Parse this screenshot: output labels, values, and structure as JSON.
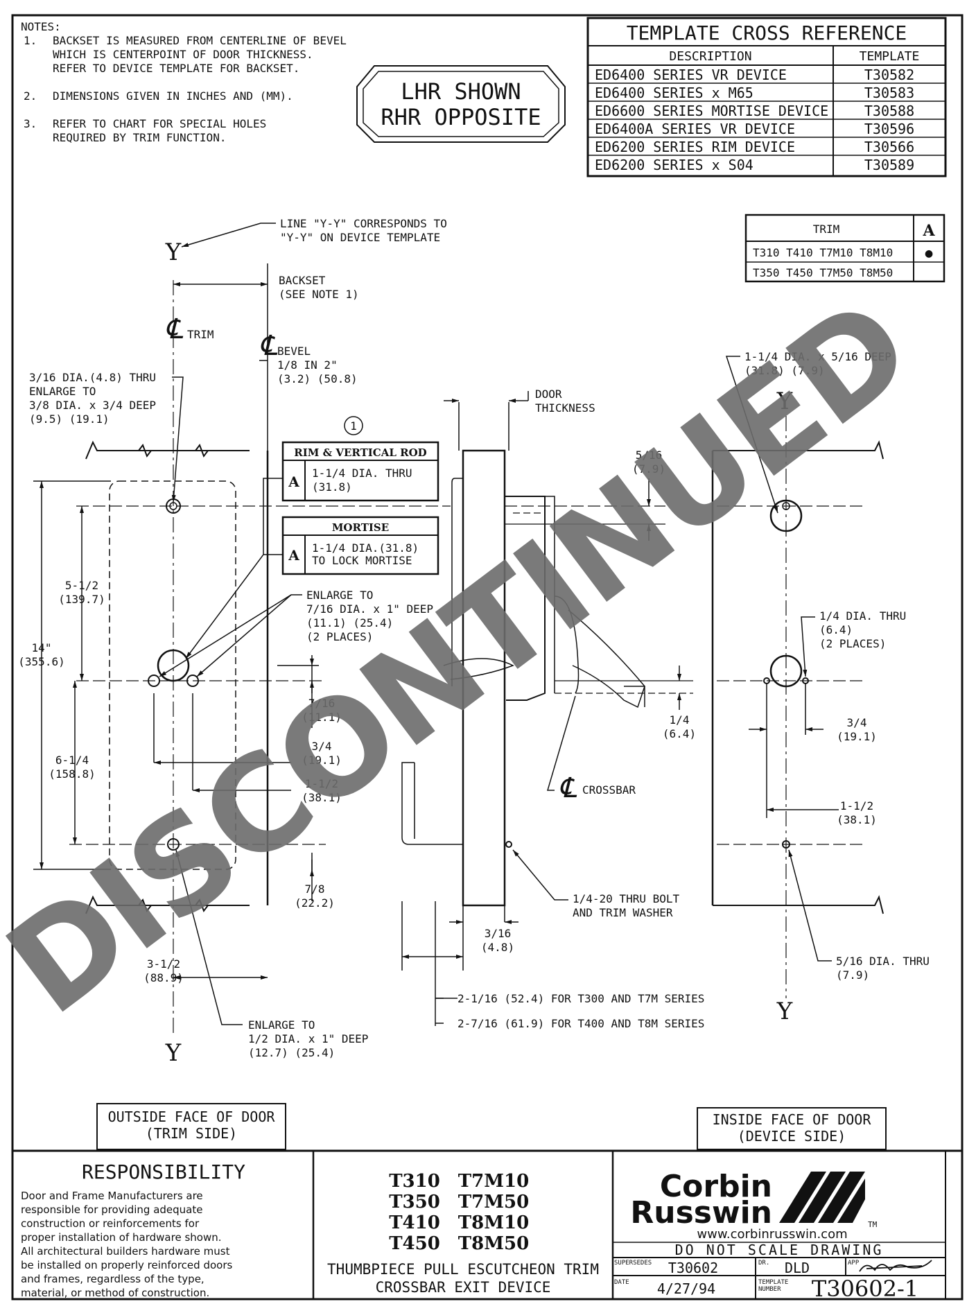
{
  "notes": {
    "title": "NOTES:",
    "items": [
      {
        "num": "1.",
        "lines": [
          "BACKSET IS MEASURED FROM CENTERLINE OF BEVEL",
          "WHICH IS CENTERPOINT OF DOOR THICKNESS.",
          "REFER TO DEVICE TEMPLATE FOR BACKSET."
        ]
      },
      {
        "num": "2.",
        "lines": [
          "DIMENSIONS GIVEN IN INCHES AND (MM)."
        ]
      },
      {
        "num": "3.",
        "lines": [
          "REFER TO CHART FOR SPECIAL HOLES",
          "REQUIRED BY TRIM FUNCTION."
        ]
      }
    ]
  },
  "hand_badge": {
    "line1": "LHR SHOWN",
    "line2": "RHR OPPOSITE"
  },
  "cross_reference": {
    "title": "TEMPLATE CROSS REFERENCE",
    "headers": [
      "DESCRIPTION",
      "TEMPLATE"
    ],
    "rows": [
      [
        "ED6400 SERIES VR DEVICE",
        "T30582"
      ],
      [
        "ED6400 SERIES x M65",
        "T30583"
      ],
      [
        "ED6600 SERIES MORTISE DEVICE",
        "T30588"
      ],
      [
        "ED6400A SERIES VR DEVICE",
        "T30596"
      ],
      [
        "ED6200 SERIES RIM DEVICE",
        "T30566"
      ],
      [
        "ED6200 SERIES x S04",
        "T30589"
      ]
    ]
  },
  "trim_table": {
    "headers": [
      "TRIM",
      "A"
    ],
    "rows": [
      [
        "T310 T410 T7M10 T8M10",
        "●"
      ],
      [
        "T350 T450 T7M50 T8M50",
        ""
      ]
    ]
  },
  "labels": {
    "y_axis": "Y",
    "line_yy_1": "LINE \"Y-Y\" CORRESPONDS TO",
    "line_yy_2": "\"Y-Y\" ON DEVICE TEMPLATE",
    "backset_1": "BACKSET",
    "backset_2": "(SEE NOTE 1)",
    "cl_trim": "TRIM",
    "cl_bevel_1": "BEVEL",
    "cl_bevel_2": "1/8 IN 2\"",
    "cl_bevel_3": "(3.2) (50.8)",
    "cl_crossbar": "CROSSBAR",
    "hole_top_1": "3/16 DIA.(4.8) THRU",
    "hole_top_2": "ENLARGE TO",
    "hole_top_3": "3/8 DIA. x 3/4 DEEP",
    "hole_top_4": "(9.5)      (19.1)",
    "circle_note": "1",
    "rim_title": "RIM & VERTICAL ROD",
    "rim_a": "A",
    "rim_1": "1-1/4 DIA. THRU",
    "rim_2": "(31.8)",
    "mortise_title": "MORTISE",
    "mortise_a": "A",
    "mortise_1": "1-1/4 DIA.(31.8)",
    "mortise_2": "TO LOCK MORTISE",
    "enlarge_1": "ENLARGE TO",
    "enlarge_2": "7/16 DIA. x 1\" DEEP",
    "enlarge_3": "(11.1)         (25.4)",
    "enlarge_4": "(2 PLACES)",
    "dim_5_5_1": "5-1/2",
    "dim_5_5_2": "(139.7)",
    "dim_14_1": "14\"",
    "dim_14_2": "(355.6)",
    "dim_7_16_1": "7/16",
    "dim_7_16_2": "(11.1)",
    "dim_3_4_1": "3/4",
    "dim_3_4_2": "(19.1)",
    "dim_1_5_1": "1-1/2",
    "dim_1_5_2": "(38.1)",
    "dim_6_25_1": "6-1/4",
    "dim_6_25_2": "(158.8)",
    "dim_7_8_1": "7/8",
    "dim_7_8_2": "(22.2)",
    "dim_3_5_1": "3-1/2",
    "dim_3_5_2": "(88.9)",
    "enlarge_bot_1": "ENLARGE TO",
    "enlarge_bot_2": "1/2 DIA. x 1\" DEEP",
    "enlarge_bot_3": "(12.7)       (25.4)",
    "door_thick_1": "DOOR",
    "door_thick_2": "THICKNESS",
    "dim_5_16_1": "5/16",
    "dim_5_16_2": "(7.9)",
    "dim_1_4_1": "1/4",
    "dim_1_4_2": "(6.4)",
    "bolt_1": "1/4-20 THRU BOLT",
    "bolt_2": "AND TRIM WASHER",
    "dim_3_16_1": "3/16",
    "dim_3_16_2": "(4.8)",
    "t300": "2-1/16 (52.4) FOR T300 AND T7M SERIES",
    "t400": "2-7/16 (61.9) FOR T400 AND T8M SERIES",
    "r_hole_top_1": "1-1/4 DIA. x 5/16 DEEP",
    "r_hole_top_2": "(31.8)       (7.9)",
    "r_quarter_1": "1/4 DIA. THRU",
    "r_quarter_2": "(6.4)",
    "r_quarter_3": "(2 PLACES)",
    "r_3_4_1": "3/4",
    "r_3_4_2": "(19.1)",
    "r_1_5_1": "1-1/2",
    "r_1_5_2": "(38.1)",
    "r_5_16_1": "5/16 DIA. THRU",
    "r_5_16_2": "(7.9)",
    "outside_1": "OUTSIDE FACE OF DOOR",
    "outside_2": "(TRIM SIDE)",
    "inside_1": "INSIDE FACE OF DOOR",
    "inside_2": "(DEVICE SIDE)",
    "watermark": "DISCONTINUED"
  },
  "title_block": {
    "responsibility_title": "RESPONSIBILITY",
    "responsibility_lines": [
      "Door and Frame Manufacturers are",
      "responsible for providing adequate",
      "construction or reinforcements for",
      "proper installation of hardware shown.",
      "All architectural builders hardware must",
      "be installed on properly reinforced doors",
      "and frames, regardless of the type,",
      "material, or method of construction."
    ],
    "models": [
      [
        "T310",
        "T7M10"
      ],
      [
        "T350",
        "T7M50"
      ],
      [
        "T410",
        "T8M10"
      ],
      [
        "T450",
        "T8M50"
      ]
    ],
    "description_1": "THUMBPIECE PULL ESCUTCHEON TRIM",
    "description_2": "CROSSBAR EXIT DEVICE",
    "brand_1": "Corbin",
    "brand_2": "Russwin",
    "tm": "TM",
    "website": "www.corbinrusswin.com",
    "do_not_scale": "DO NOT SCALE DRAWING",
    "supersedes_label": "SUPERSEDES",
    "supersedes": "T30602",
    "dr_label": "DR.",
    "dr": "DLD",
    "app_label": "APP",
    "date_label": "DATE",
    "date": "4/27/94",
    "template_label_1": "TEMPLATE",
    "template_label_2": "NUMBER",
    "template_number": "T30602-1"
  }
}
